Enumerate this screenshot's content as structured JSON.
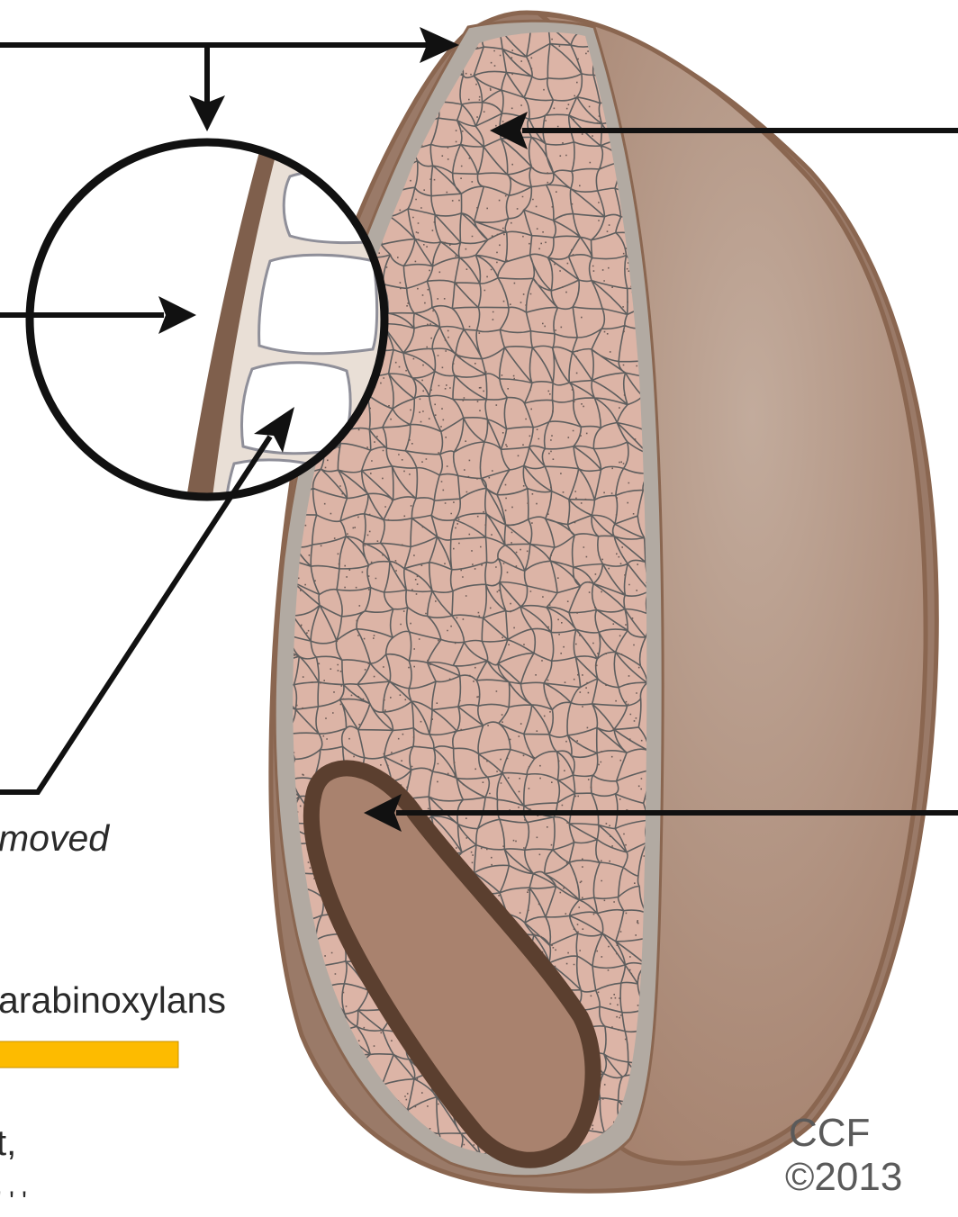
{
  "labels": {
    "removed_fragment": "moved",
    "arabinoxylans": "arabinoxylans",
    "fragment_1": "t,",
    "fragment_2": "' ' '"
  },
  "credit": {
    "line1": "CCF",
    "line2": "©2013"
  },
  "colors": {
    "kernel_outer": "#9a7a68",
    "kernel_face": "#b59a88",
    "kernel_outline": "#8a6650",
    "seed_coat_rim": "#b2aaa2",
    "endosperm": "#dcb4a6",
    "cell_walls": "#5e5e5e",
    "germ_fill": "#a9826e",
    "germ_outline": "#5b3f2f",
    "inset_layer_brown": "#7f5f4c",
    "inset_aleurone_bg": "#e9dfd6",
    "arrow": "#111111",
    "highlight_bar": "#fdbb00"
  }
}
